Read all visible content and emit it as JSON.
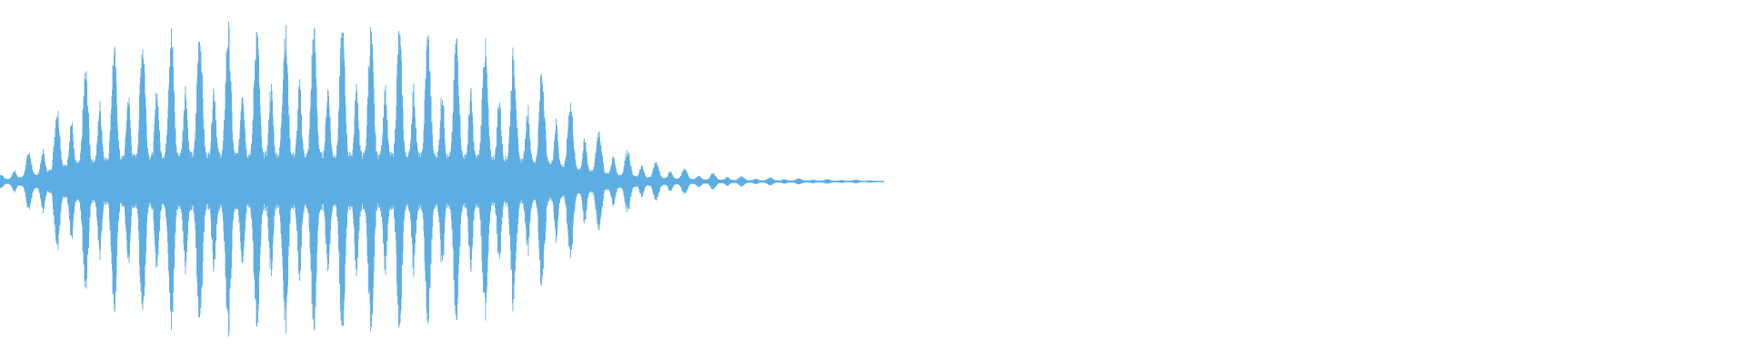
{
  "waveform": {
    "color": "#5dade2",
    "background": "#ffffff",
    "envelope": [
      [
        0.0,
        0.04
      ],
      [
        0.01,
        0.12
      ],
      [
        0.02,
        0.22
      ],
      [
        0.03,
        0.42
      ],
      [
        0.04,
        0.62
      ],
      [
        0.06,
        0.82
      ],
      [
        0.08,
        0.92
      ],
      [
        0.1,
        0.98
      ],
      [
        0.13,
        1.0
      ],
      [
        0.2,
        0.98
      ],
      [
        0.26,
        0.94
      ],
      [
        0.29,
        0.86
      ],
      [
        0.31,
        0.72
      ],
      [
        0.33,
        0.48
      ],
      [
        0.35,
        0.26
      ],
      [
        0.37,
        0.14
      ],
      [
        0.4,
        0.06
      ],
      [
        0.43,
        0.025
      ],
      [
        0.47,
        0.012
      ],
      [
        0.5,
        0.006
      ],
      [
        0.5065,
        0.0
      ]
    ],
    "cycle_count": 31,
    "extent_fraction": 0.5065
  }
}
